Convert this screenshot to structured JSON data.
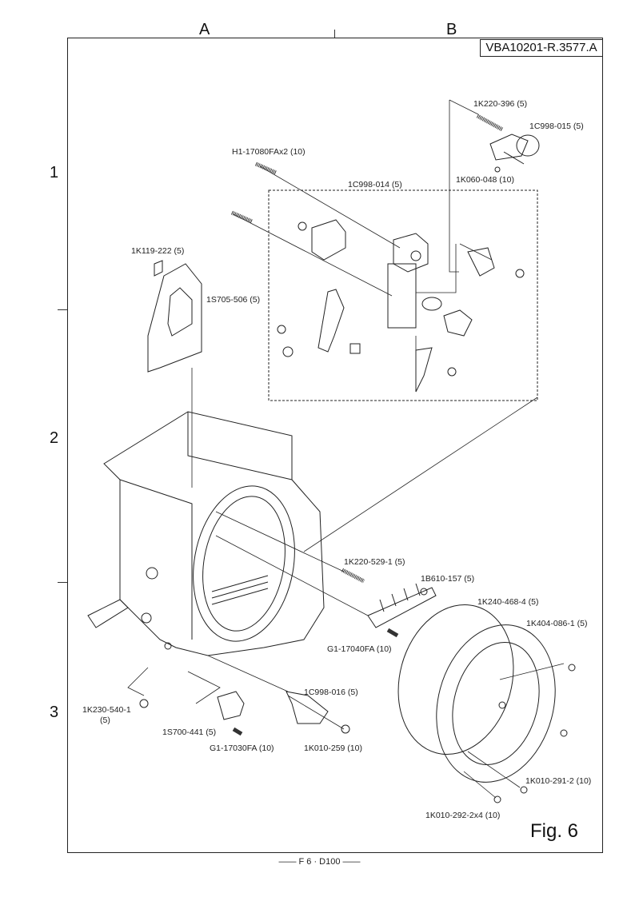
{
  "document": {
    "code": "VBA10201-R.3577.A",
    "figure_label": "Fig.  6",
    "footer": "—— F 6 · D100 ——",
    "grid": {
      "columns": [
        "A",
        "B"
      ],
      "rows": [
        "1",
        "2",
        "3"
      ]
    }
  },
  "parts": [
    {
      "id": "p1",
      "label": "1K220-396 (5)"
    },
    {
      "id": "p2",
      "label": "1C998-015 (5)"
    },
    {
      "id": "p3",
      "label": "H1-17080FAx2 (10)"
    },
    {
      "id": "p4",
      "label": "1K060-048 (10)"
    },
    {
      "id": "p5",
      "label": "1C998-014 (5)"
    },
    {
      "id": "p6",
      "label": "1K119-222 (5)"
    },
    {
      "id": "p7",
      "label": "1S705-506 (5)"
    },
    {
      "id": "p8",
      "label": "1K220-529-1 (5)"
    },
    {
      "id": "p9",
      "label": "1B610-157 (5)"
    },
    {
      "id": "p10",
      "label": "1K240-468-4 (5)"
    },
    {
      "id": "p11",
      "label": "1K404-086-1 (5)"
    },
    {
      "id": "p12",
      "label": "G1-17040FA (10)"
    },
    {
      "id": "p13",
      "label": "1C998-016 (5)"
    },
    {
      "id": "p14",
      "label": "1K230-540-1"
    },
    {
      "id": "p14b",
      "label": "(5)"
    },
    {
      "id": "p15",
      "label": "1S700-441 (5)"
    },
    {
      "id": "p16",
      "label": "G1-17030FA (10)"
    },
    {
      "id": "p17",
      "label": "1K010-259 (10)"
    },
    {
      "id": "p18",
      "label": "1K010-291-2 (10)"
    },
    {
      "id": "p19",
      "label": "1K010-292-2x4 (10)"
    }
  ]
}
